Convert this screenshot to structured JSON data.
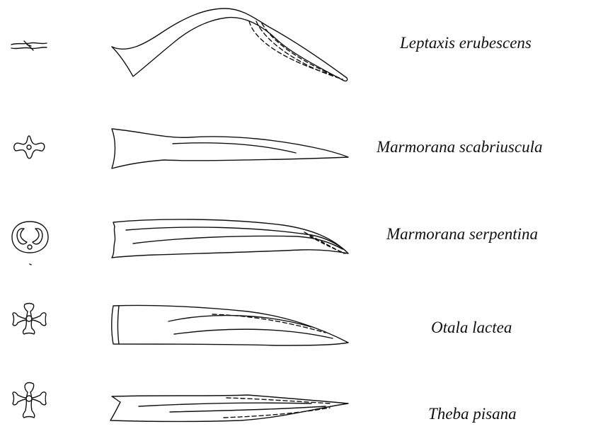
{
  "species": [
    {
      "name": "Leptaxis erubescens"
    },
    {
      "name": "Marmorana scabriuscula"
    },
    {
      "name": "Marmorana serpentina"
    },
    {
      "name": "Otala lactea"
    },
    {
      "name": "Theba pisana"
    }
  ],
  "colors": {
    "stroke": "#111111",
    "background": "#ffffff"
  }
}
